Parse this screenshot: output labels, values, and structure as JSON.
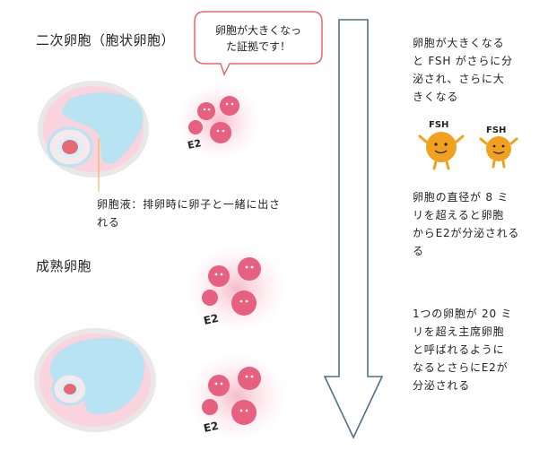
{
  "labels": {
    "secondary_follicle": "二次卵胞（胞状卵胞）",
    "mature_follicle": "成熟卵胞",
    "follicular_fluid_line1": "卵胞液：排卵時に卵子と一緒に出さ",
    "follicular_fluid_line2": "れる"
  },
  "callout": {
    "line1": "卵胞が大きくなっ",
    "line2": "た証拠です！"
  },
  "notes": [
    {
      "lines": [
        "卵胞が大きくなる",
        "と FSH がさらに分",
        "泌され、さらに大",
        "きくなる"
      ]
    },
    {
      "lines": [
        "卵胞の直径が 8 ミ",
        "リを超えると卵胞",
        "からE2が分泌される",
        "る"
      ]
    },
    {
      "lines": [
        "1つの卵胞が 20 ミ",
        "リを超え主席卵胞",
        "と呼ばれるように",
        "なるとさらにE2が",
        "分泌される"
      ]
    }
  ],
  "icons": {
    "fsh_label": "FSH",
    "e2_label": "E2"
  },
  "colors": {
    "follicle_outer": "#e8e4e6",
    "follicle_pink": "#f9d3dd",
    "follicle_fluid": "#b7e3f2",
    "ovum_red": "#e46a78",
    "e2_pink": "#e8607f",
    "fsh_orange": "#f2a11f",
    "arrow_stroke": "#4f6e91"
  }
}
